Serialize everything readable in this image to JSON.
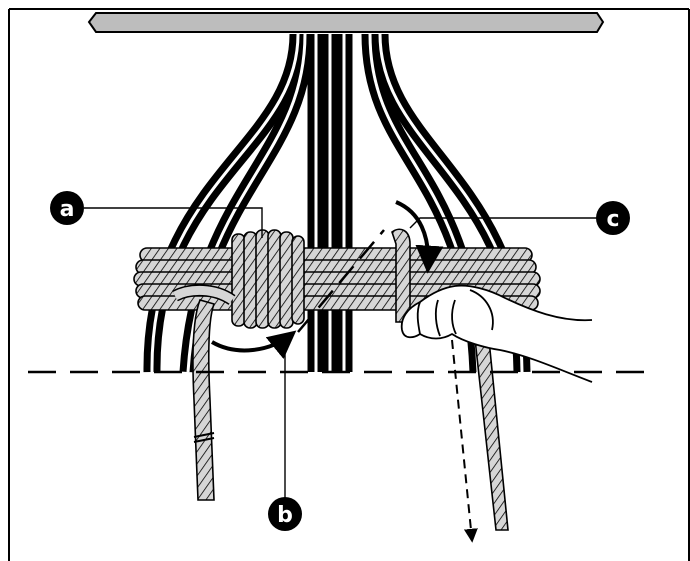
{
  "callouts": {
    "a": "a",
    "b": "b",
    "c": "c"
  },
  "colors": {
    "ink": "#000000",
    "paper": "#ffffff",
    "bar": "#bdbdbd",
    "rope": "#d6d6d6"
  }
}
